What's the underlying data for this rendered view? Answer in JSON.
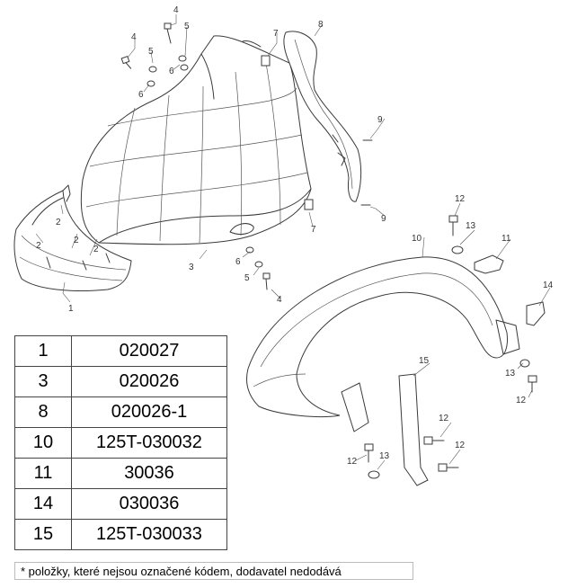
{
  "callouts": {
    "c1": "1",
    "c2a": "2",
    "c2b": "2",
    "c2c": "2",
    "c2d": "2",
    "c3": "3",
    "c4a": "4",
    "c4b": "4",
    "c4c": "4",
    "c5a": "5",
    "c5b": "5",
    "c5c": "5",
    "c6a": "6",
    "c6b": "6",
    "c6c": "6",
    "c7a": "7",
    "c7b": "7",
    "c8": "8",
    "c9a": "9",
    "c9b": "9",
    "c10": "10",
    "c11": "11",
    "c12a": "12",
    "c12b": "12",
    "c12c": "12",
    "c12d": "12",
    "c12e": "12",
    "c13a": "13",
    "c13b": "13",
    "c13c": "13",
    "c14": "14",
    "c15": "15"
  },
  "parts_table": [
    {
      "position": "1",
      "code": "020027"
    },
    {
      "position": "3",
      "code": "020026"
    },
    {
      "position": "8",
      "code": "020026-1"
    },
    {
      "position": "10",
      "code": "125T-030032"
    },
    {
      "position": "11",
      "code": "30036"
    },
    {
      "position": "14",
      "code": "030036"
    },
    {
      "position": "15",
      "code": "125T-030033"
    }
  ],
  "footnote": "* položky, které nejsou označené kódem, dodavatel nedodává"
}
